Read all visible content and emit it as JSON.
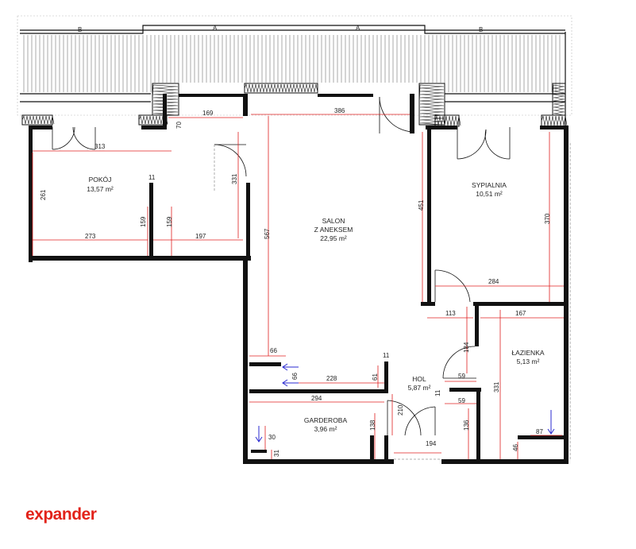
{
  "rooms": {
    "pokoj": {
      "name": "POKÓJ",
      "area": "13,57 m²"
    },
    "salon": {
      "name1": "SALON",
      "name2": "Z ANEKSEM",
      "area": "22,95 m²"
    },
    "sypialnia": {
      "name": "SYPIALNIA",
      "area": "10,51 m²"
    },
    "lazienka": {
      "name": "ŁAZIENKA",
      "area": "5,13 m²"
    },
    "hol": {
      "name": "HOL",
      "area": "5,87 m²"
    },
    "garderoba": {
      "name": "GARDEROBA",
      "area": "3,96 m²"
    }
  },
  "balcony_labels": {
    "a1": "A",
    "a2": "A",
    "b1": "B",
    "b2": "B"
  },
  "dimensions": {
    "d70": "70",
    "d169": "169",
    "d386": "386",
    "d313": "313",
    "d11a": "11",
    "d261": "261",
    "d159a": "159",
    "d159b": "159",
    "d273": "273",
    "d197": "197",
    "d331a": "331",
    "d567": "567",
    "d451": "451",
    "d370": "370",
    "d284": "284",
    "d113": "113",
    "d167": "167",
    "d184": "184",
    "d66a": "66",
    "d11b": "11",
    "d66b": "66",
    "d228": "228",
    "d61": "61",
    "d59a": "59",
    "d331b": "331",
    "d294": "294",
    "d11c": "11",
    "d59b": "59",
    "d210": "210",
    "d138": "138",
    "d136": "136",
    "d30": "30",
    "d194": "194",
    "d31": "31",
    "d87": "87",
    "d46": "46"
  },
  "logo": {
    "text": "expander"
  },
  "colors": {
    "dimension": "#e02020",
    "logo": "#e2231a",
    "arrow": "#2a2ad0"
  }
}
